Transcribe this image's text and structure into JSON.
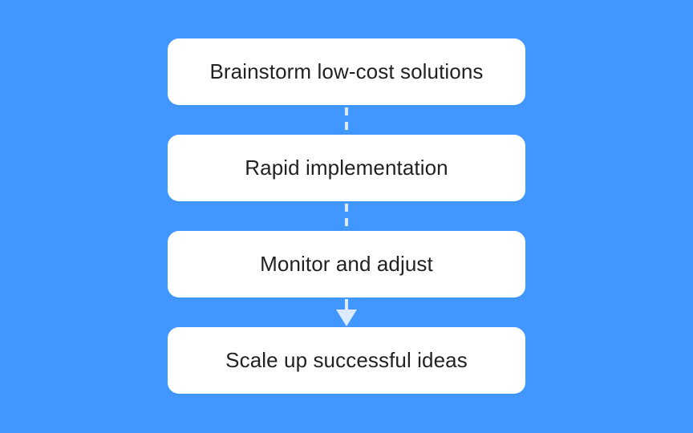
{
  "colors": {
    "background": "#4297FF",
    "box_fill": "#FFFFFF",
    "text": "#222222",
    "connector": "#DDEBFF"
  },
  "flow": {
    "steps": [
      {
        "label": "Brainstorm low-cost solutions"
      },
      {
        "label": "Rapid implementation"
      },
      {
        "label": "Monitor and adjust"
      },
      {
        "label": "Scale up successful ideas"
      }
    ],
    "connectors": [
      {
        "from": 0,
        "to": 1,
        "style": "dashed",
        "arrowhead": false
      },
      {
        "from": 1,
        "to": 2,
        "style": "dashed",
        "arrowhead": false
      },
      {
        "from": 2,
        "to": 3,
        "style": "solid",
        "arrowhead": true
      }
    ]
  }
}
